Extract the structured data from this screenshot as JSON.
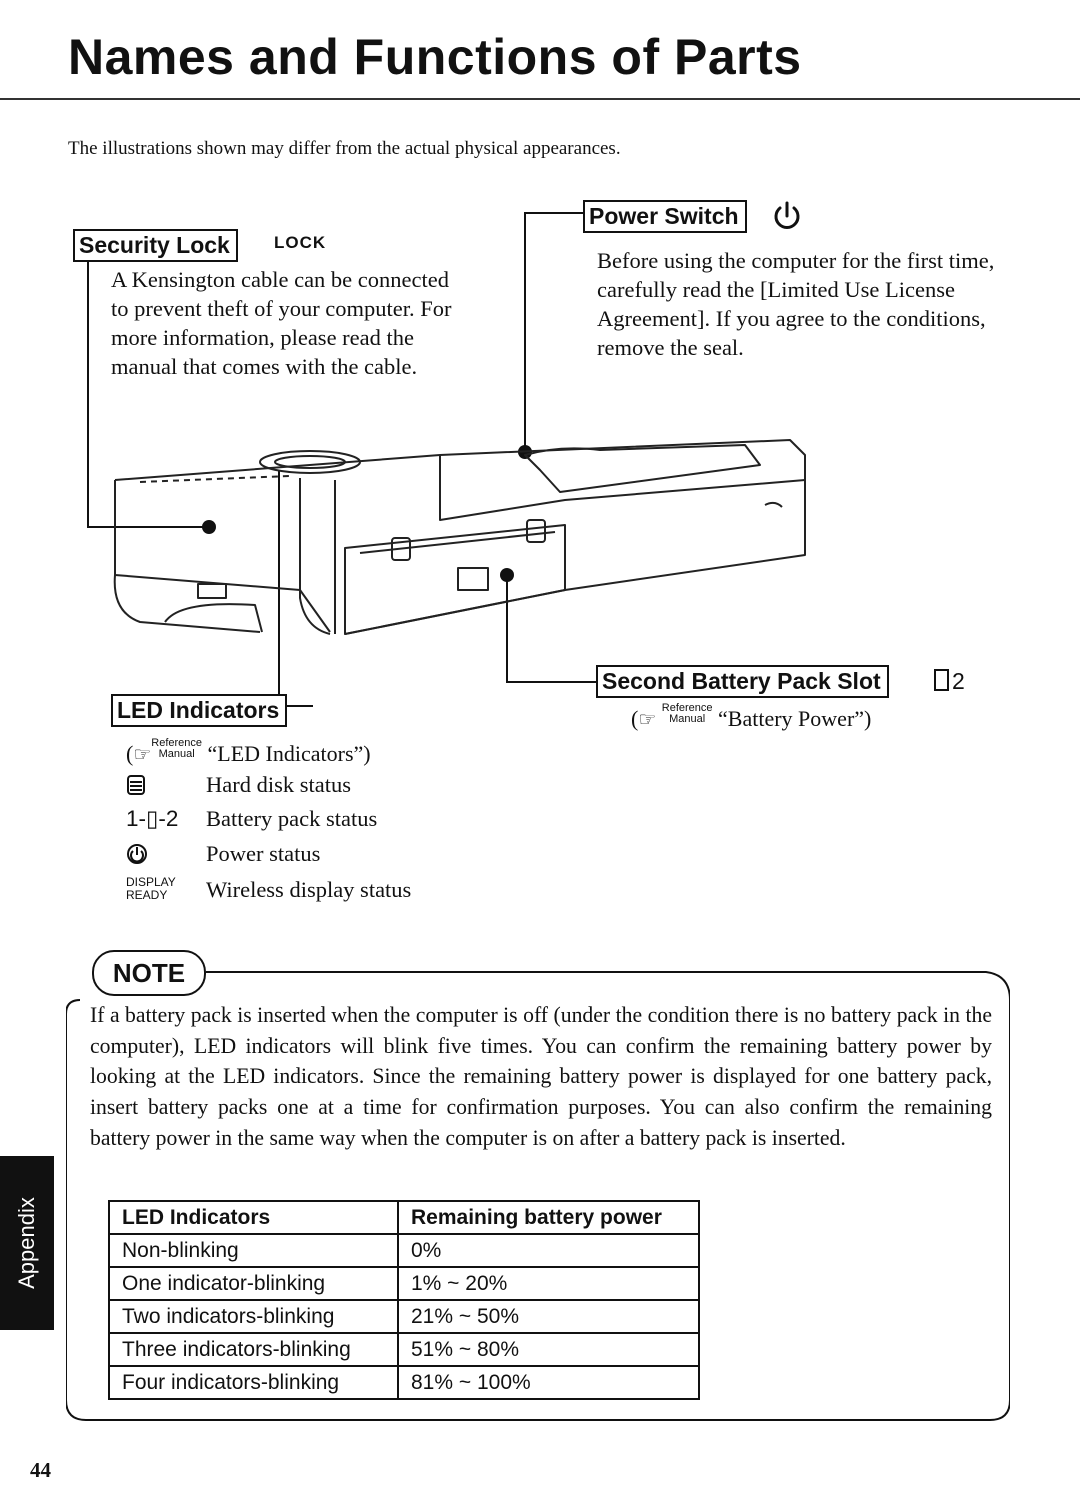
{
  "page": {
    "title": "Names and Functions of Parts",
    "intro": "The illustrations shown may differ from the actual physical appearances.",
    "page_number": "44",
    "side_tab": "Appendix"
  },
  "security_lock": {
    "label": "Security Lock",
    "tag": "LOCK",
    "description": "A Kensington cable can be connected to prevent theft of your computer. For more information, please read the manual that comes with the cable."
  },
  "power_switch": {
    "label": "Power Switch",
    "icon": "power-symbol-icon",
    "description": "Before using the computer for the first time, carefully read the [Limited Use License Agreement]. If you agree to the conditions, remove the seal."
  },
  "second_battery": {
    "label": "Second Battery Pack Slot",
    "suffix": "2",
    "reference": "“Battery Power”"
  },
  "led_indicators": {
    "label": "LED Indicators",
    "reference": "“LED Indicators”",
    "items": [
      {
        "symbol": "",
        "icon": "hard-disk-icon",
        "text": "Hard disk status"
      },
      {
        "symbol": "1-▯-2",
        "icon": "",
        "text": "Battery pack status"
      },
      {
        "symbol": "",
        "icon": "power-status-icon",
        "text": "Power status"
      },
      {
        "symbol": "DISPLAY READY",
        "icon": "",
        "text": "Wireless display status"
      }
    ]
  },
  "reference_mark": {
    "top": "Reference",
    "bottom": "Manual"
  },
  "note": {
    "badge": "NOTE",
    "text": "If a battery pack is inserted when the computer is off (under the condition there is no battery pack in the computer), LED indicators will blink five times. You can confirm the remaining battery power by looking at the LED indicators. Since the remaining battery power is displayed for one battery pack, insert battery packs one at a time for confirmation purposes. You can also confirm the remaining battery power in the same way when the computer is on after a battery pack is inserted."
  },
  "battery_table": {
    "headers": [
      "LED Indicators",
      "Remaining battery power"
    ],
    "rows": [
      [
        "Non-blinking",
        "0%"
      ],
      [
        "One indicator-blinking",
        "1% ~ 20%"
      ],
      [
        "Two indicators-blinking",
        "21% ~ 50%"
      ],
      [
        "Three indicators-blinking",
        "51% ~ 80%"
      ],
      [
        "Four indicators-blinking",
        "81% ~ 100%"
      ]
    ]
  }
}
